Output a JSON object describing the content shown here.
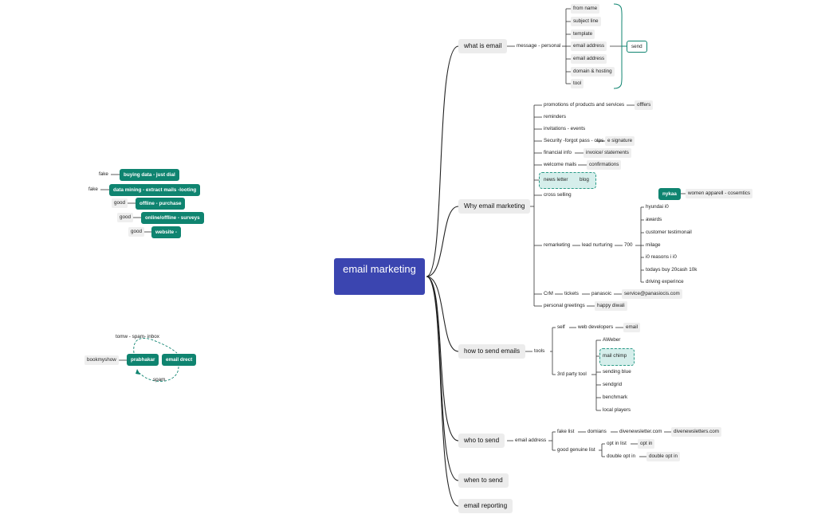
{
  "root": {
    "title": "email marketing"
  },
  "what_is_email": {
    "label": "what is email",
    "message": "message - personal",
    "items": [
      "from name",
      "subject line",
      "template",
      "email address",
      "email address",
      "domain & hosting",
      "tool"
    ],
    "summary": "send"
  },
  "why_email_marketing": {
    "label": "Why email marketing",
    "promotions": "promotions of products and services",
    "offers": "offfers",
    "reminders": "reminders",
    "invitations": "invitations - events",
    "security": "Security -forgot pass - otps",
    "esignature": "e signature",
    "financial": "financial info",
    "invoice": "invoice/ statements",
    "welcome": "welcome mails",
    "confirmations": "confirmations",
    "newsletter": "news letter",
    "blog": "blog",
    "cross_selling": "cross selling",
    "nykaa": "nykaa",
    "women_apparel": "women apparell - cosemtics",
    "remarketing": "remarketing",
    "lead_nurturing": "lead nurturing",
    "seven_hundred": "700",
    "nurture_items": [
      "hyundai i0",
      "awards",
      "customer testimonail",
      "milage",
      "i0 reasons i i0",
      "todays buy 20cash 10k",
      "driving experince"
    ],
    "crm": "CrM",
    "tickets": "tickets",
    "panasonic": "panasoic",
    "service_email": "service@panasiocis.com",
    "personal_greetings": "personal greetings",
    "happy_diwali": "happy diwali"
  },
  "how_to_send": {
    "label": "how to send emails",
    "tools": "tools",
    "self": "self",
    "web_developers": "web developers",
    "email": "email",
    "third_party": "3rd party tool",
    "tool_items": [
      "AWeber",
      "mail chimp",
      "sending blue",
      "sendgrid",
      "benchmark",
      "local players"
    ]
  },
  "who_to_send": {
    "label": "who to send",
    "email_address": "email address",
    "fake_list": "fake list",
    "domians": "domians",
    "dive1": "divenewsletter.com",
    "dive2": "divenewsletters.com",
    "good_list": "good genuine list",
    "opt_in_list": "opt in list",
    "opt_in": "opt in",
    "double_opt_in_a": "double opt in",
    "double_opt_in_b": "double opt in"
  },
  "when_to_send": {
    "label": "when to send"
  },
  "email_reporting": {
    "label": "email reporting"
  },
  "data_sources": [
    {
      "tag": "fake",
      "label": "buying data - just dial"
    },
    {
      "tag": "fake",
      "label": "data mining - extract mails -looting"
    },
    {
      "tag": "good",
      "label": "offline - purchase"
    },
    {
      "tag": "good",
      "label": "online/offline - surveys"
    },
    {
      "tag": "good",
      "label": "website -"
    }
  ],
  "spam_demo": {
    "top_text": "tomw - spam- inbox",
    "bookmyshow": "bookmyshow",
    "prabhakar": "prabhakar",
    "email_direct": "email drect",
    "spam": "spam"
  }
}
